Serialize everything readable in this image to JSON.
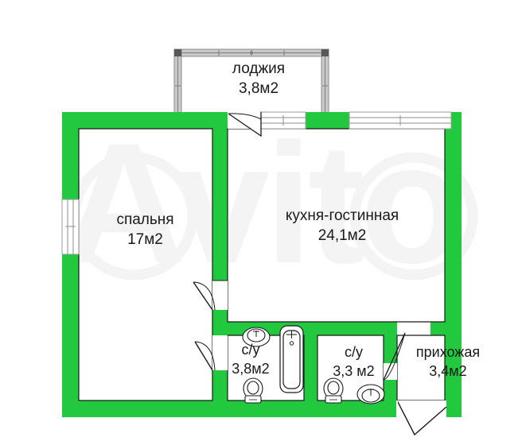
{
  "plan": {
    "title": "Floor plan",
    "wall_color": "#22c93f",
    "line_color": "#1a1a1a",
    "window_frame_color": "#9b9b9b",
    "background_color": "#ffffff",
    "watermark_text": "Avito",
    "watermark_color": "#f2f2f2"
  },
  "rooms": [
    {
      "id": "loggia",
      "name": "лоджия",
      "area": "3,8м2"
    },
    {
      "id": "bedroom",
      "name": "спальня",
      "area": "17м2"
    },
    {
      "id": "kitchen",
      "name": "кухня-гостинная",
      "area": "24,1м2"
    },
    {
      "id": "bath1",
      "name": "с/у",
      "area": "3,8м2"
    },
    {
      "id": "bath2",
      "name": "с/у",
      "area": "3,3 м2"
    },
    {
      "id": "hall",
      "name": "прихожая",
      "area": "3,4м2"
    }
  ],
  "fixtures": [
    {
      "id": "sink-bath1",
      "name": "sink-icon",
      "room": "bath1"
    },
    {
      "id": "bathtub",
      "name": "bathtub-icon",
      "room": "bath1"
    },
    {
      "id": "toilet-bath1",
      "name": "toilet-icon",
      "room": "bath1"
    },
    {
      "id": "toilet-bath2",
      "name": "toilet-icon",
      "room": "bath2"
    },
    {
      "id": "sink-bath2",
      "name": "sink-icon",
      "room": "bath2"
    }
  ],
  "openings": [
    {
      "id": "window-loggia-top",
      "type": "window",
      "name": "loggia-top-window"
    },
    {
      "id": "window-loggia-left",
      "type": "window",
      "name": "loggia-left-window"
    },
    {
      "id": "window-loggia-right",
      "type": "window",
      "name": "loggia-right-window"
    },
    {
      "id": "window-bedroom-left",
      "type": "window",
      "name": "bedroom-left-window"
    },
    {
      "id": "window-kitchen-left",
      "type": "window",
      "name": "kitchen-top-left-window"
    },
    {
      "id": "window-kitchen-right",
      "type": "window",
      "name": "kitchen-top-right-window"
    },
    {
      "id": "door-loggia",
      "type": "door",
      "name": "loggia-door"
    },
    {
      "id": "door-bedroom",
      "type": "door",
      "name": "bedroom-door"
    },
    {
      "id": "door-bath1",
      "type": "door",
      "name": "bathroom-1-door"
    },
    {
      "id": "door-bath2",
      "type": "door",
      "name": "bathroom-2-door"
    },
    {
      "id": "door-entrance",
      "type": "door",
      "name": "entrance-door"
    }
  ]
}
